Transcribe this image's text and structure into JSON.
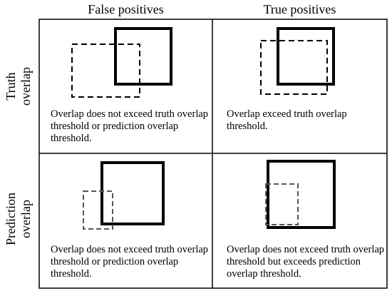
{
  "columns": {
    "false_positives": "False positives",
    "true_positives": "True positives"
  },
  "rows": {
    "truth_overlap": [
      "Truth",
      "overlap"
    ],
    "prediction_overlap": [
      "Prediction",
      "overlap"
    ]
  },
  "cells": {
    "truth_false": "Overlap does not exceed truth overlap threshold or prediction overlap threshold.",
    "truth_true": "Overlap exceed truth overlap threshold.",
    "prediction_false": "Overlap does not exceed truth overlap threshold or prediction overlap threshold.",
    "prediction_true": "Overlap does not exceed truth overlap threshold but exceeds prediction overlap threshold."
  },
  "colors": {
    "truth_box": "#000000",
    "prediction_box": "#000000",
    "prediction_box_lower": "#555555",
    "grid": "#000000"
  }
}
